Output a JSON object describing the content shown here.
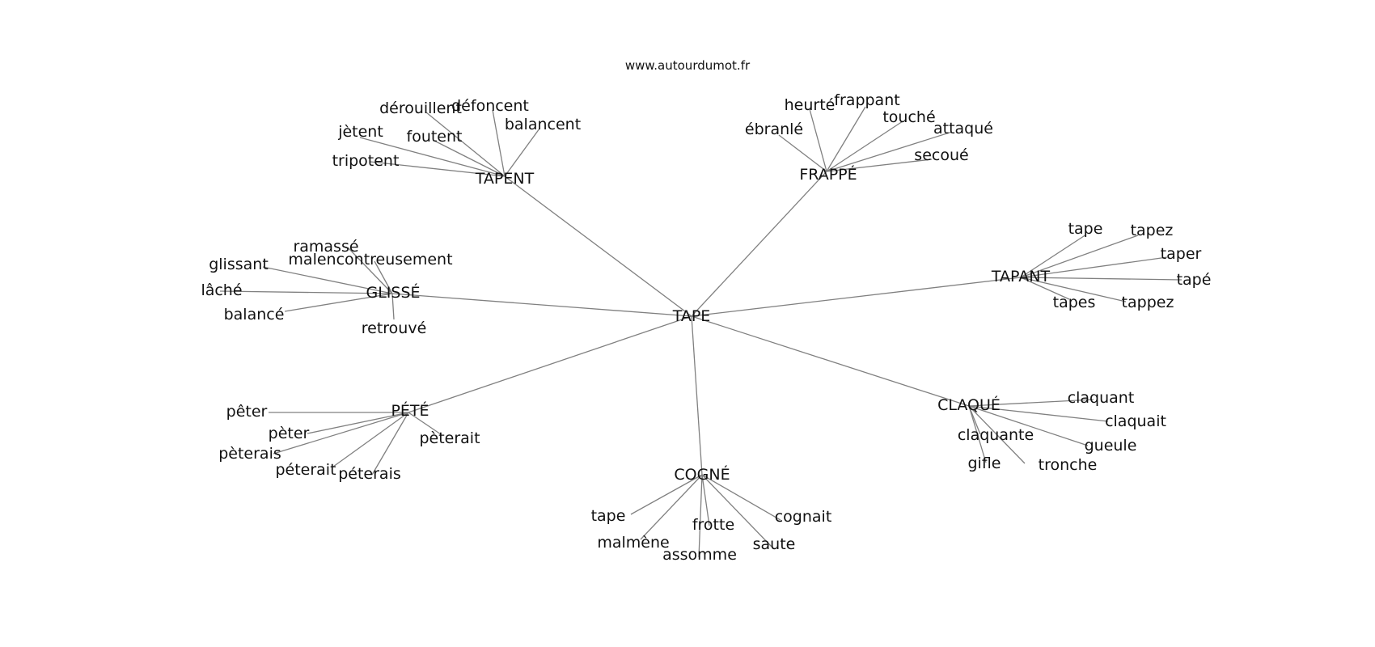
{
  "header": {
    "source": "www.autourdumot.fr"
  },
  "graph": {
    "center": "TAPE",
    "clusters": [
      {
        "hub": "TAPENT",
        "words": [
          "dérouillent",
          "défoncent",
          "balancent",
          "jètent",
          "foutent",
          "tripotent"
        ]
      },
      {
        "hub": "FRAPPÉ",
        "words": [
          "heurté",
          "frappant",
          "touché",
          "ébranlé",
          "attaqué",
          "secoué"
        ]
      },
      {
        "hub": "GLISSÉ",
        "words": [
          "ramassé",
          "malencontreusement",
          "glissant",
          "lâché",
          "balancé",
          "retrouvé"
        ]
      },
      {
        "hub": "TAPANT",
        "words": [
          "tape",
          "tapez",
          "taper",
          "tapé",
          "tapes",
          "tappez"
        ]
      },
      {
        "hub": "PÉTÉ",
        "words": [
          "pêter",
          "pèter",
          "pèterais",
          "pèterait",
          "péterait",
          "péterais"
        ]
      },
      {
        "hub": "CLAQUÉ",
        "words": [
          "claquant",
          "claquait",
          "claquante",
          "gueule",
          "gifle",
          "tronche"
        ]
      },
      {
        "hub": "COGNÉ",
        "words": [
          "tape",
          "cognait",
          "malmène",
          "frotte",
          "saute",
          "assomme"
        ]
      }
    ]
  }
}
